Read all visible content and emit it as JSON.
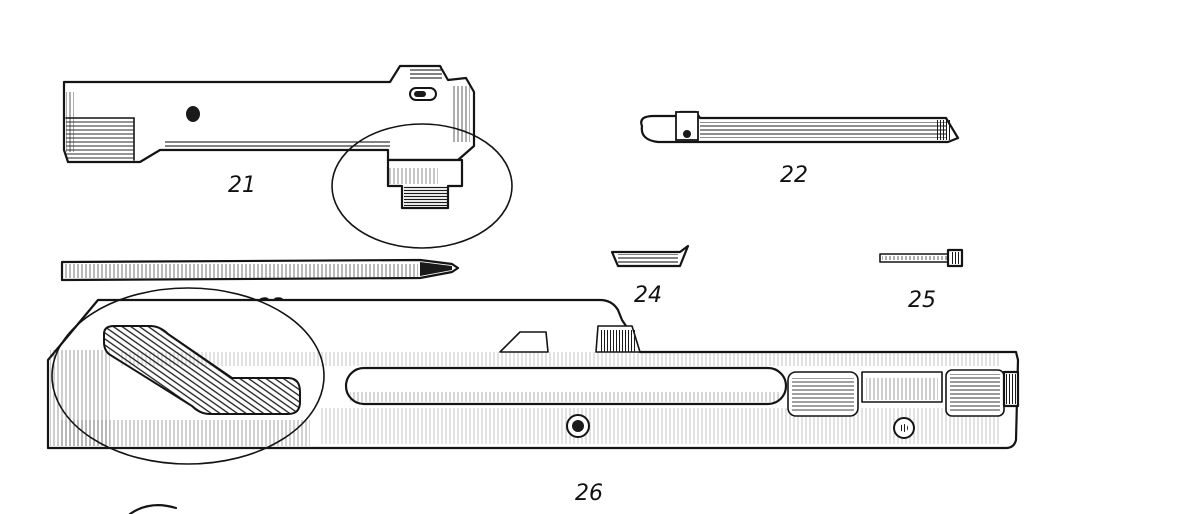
{
  "figure": {
    "parts": [
      {
        "number": "21"
      },
      {
        "number": "22"
      },
      {
        "number": "23"
      },
      {
        "number": "24"
      },
      {
        "number": "25"
      },
      {
        "number": "26"
      }
    ],
    "colors": {
      "ink": "#141414",
      "paper": "#ffffff"
    }
  }
}
